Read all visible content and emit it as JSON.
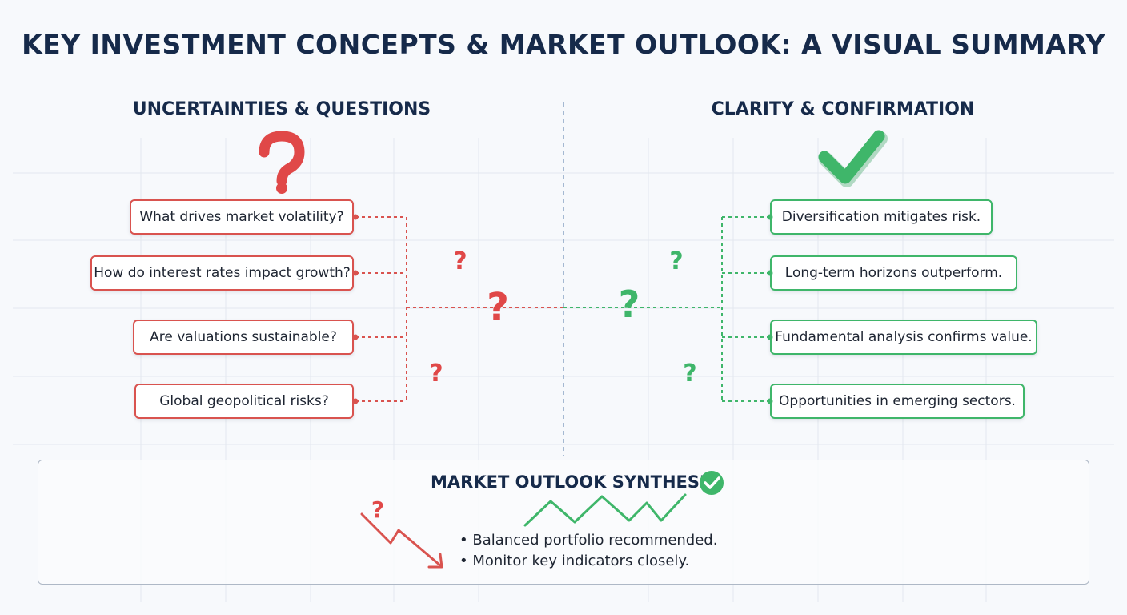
{
  "title": "KEY INVESTMENT CONCEPTS & MARKET OUTLOOK: A VISUAL SUMMARY",
  "left": {
    "heading": "UNCERTAINTIES & QUESTIONS",
    "questions": [
      "What drives market volatility?",
      "How do interest rates impact growth?",
      "Are valuations sustainable?",
      "Global geopolitical risks?"
    ]
  },
  "right": {
    "heading": "CLARITY & CONFIRMATION",
    "answers": [
      "Diversification mitigates risk.",
      "Long-term horizons outperform.",
      "Fundamental analysis confirms value.",
      "Opportunities in emerging sectors."
    ]
  },
  "synthesis": {
    "title": "MARKET OUTLOOK SYNTHESIS",
    "bullets": [
      "• Balanced portfolio recommended.",
      "• Monitor key indicators closely."
    ]
  },
  "colors": {
    "uncertainty": "#d9534f",
    "clarity": "#3fb66a",
    "heading": "#162a4a"
  },
  "icons": {
    "uncertainty": "question-mark-icon",
    "clarity": "check-mark-icon"
  }
}
